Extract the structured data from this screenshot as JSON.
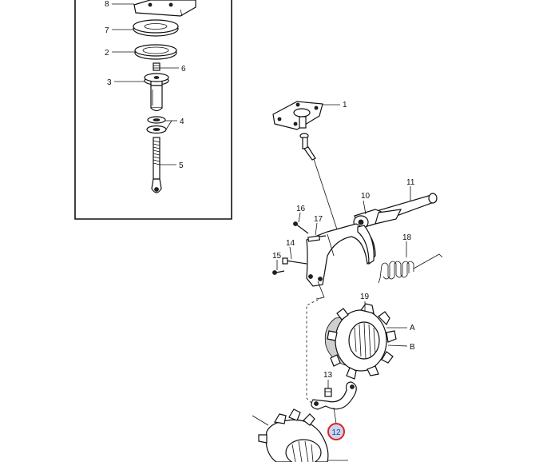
{
  "callouts": {
    "inset": [
      "8",
      "7",
      "2",
      "6",
      "3",
      "4",
      "5"
    ],
    "main": [
      "1",
      "10",
      "11",
      "16",
      "17",
      "14",
      "15",
      "18",
      "19",
      "A",
      "B",
      "13"
    ],
    "highlighted": "12"
  },
  "colors": {
    "line": "#111111",
    "highlight_ring": "#e02020",
    "highlight_fill": "#c9d6ef",
    "highlight_text": "#1f3f8f"
  }
}
